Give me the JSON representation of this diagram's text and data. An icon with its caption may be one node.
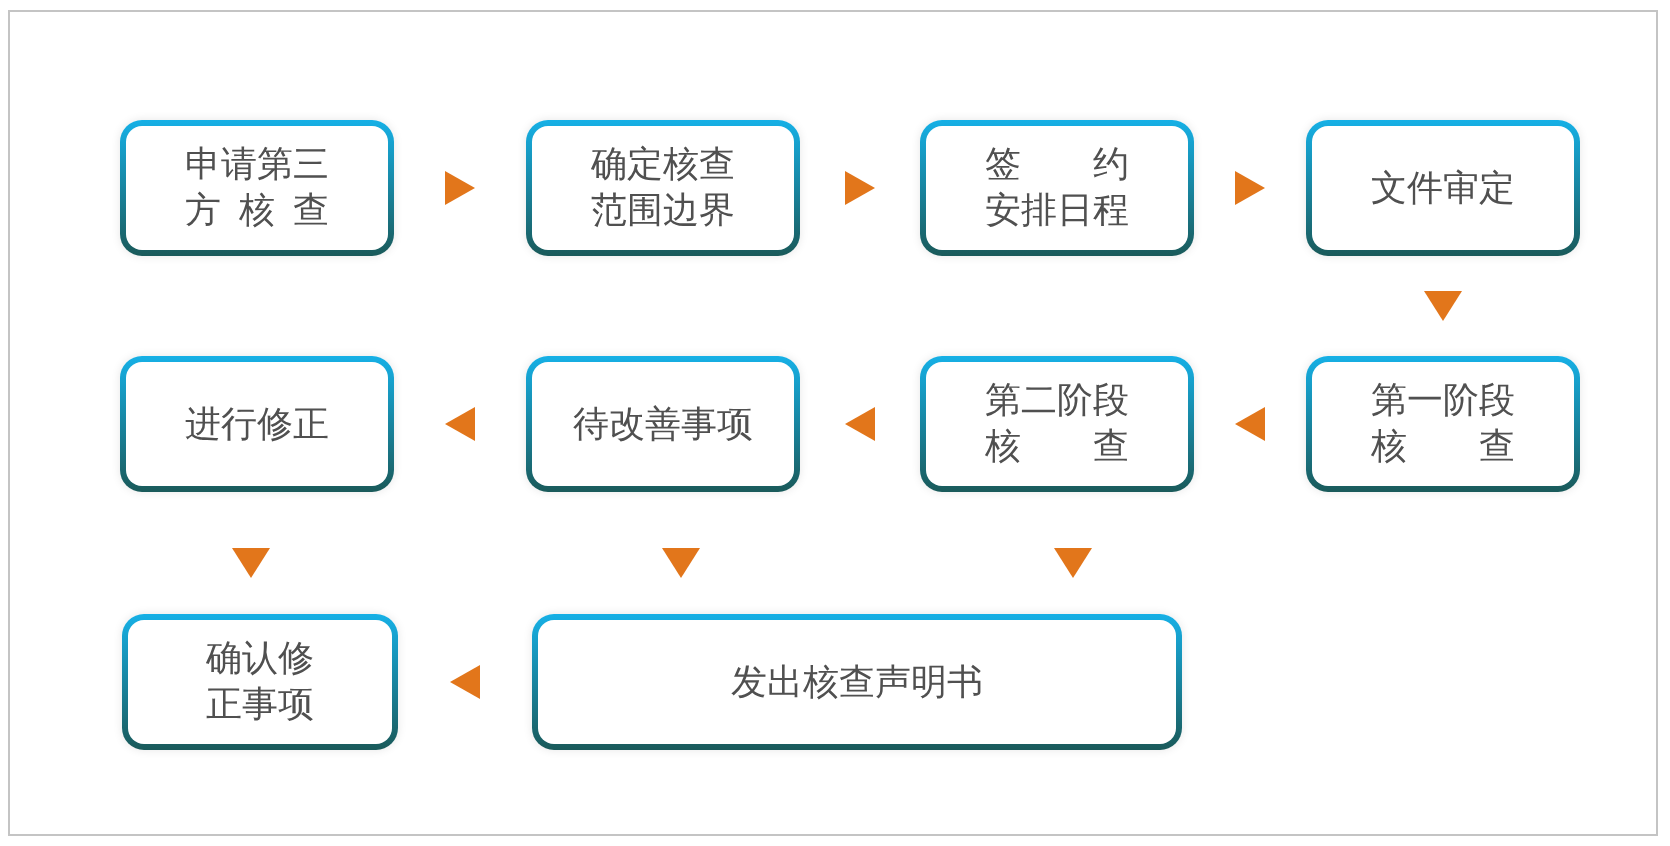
{
  "diagram": {
    "nodes": [
      {
        "text": [
          "申请第三方 核 查"
        ]
      },
      {
        "text": [
          "确定核查范围边界"
        ]
      },
      {
        "text": [
          "签 约安排日程"
        ]
      },
      {
        "text": [
          "文件审定"
        ]
      },
      {
        "text": [
          "进行修正"
        ]
      },
      {
        "text": [
          "待改善事项"
        ]
      },
      {
        "text": [
          "第二阶段核 查"
        ]
      },
      {
        "text": [
          "第一阶段核 查"
        ]
      },
      {
        "text": [
          "确认修正事项"
        ]
      },
      {
        "text": [
          "发出核查声明书"
        ]
      }
    ],
    "edges": [
      {
        "from": 0,
        "to": 1,
        "arrow": "to"
      },
      {
        "from": 1,
        "to": 2,
        "arrow": "to"
      },
      {
        "from": 2,
        "to": 3,
        "arrow": "to"
      },
      {
        "from": 3,
        "to": 7,
        "arrow": "to"
      },
      {
        "from": 7,
        "to": 6,
        "arrow": "to"
      },
      {
        "from": 6,
        "to": 5,
        "arrow": "to"
      },
      {
        "from": 5,
        "to": 4,
        "arrow": "to"
      },
      {
        "from": 4,
        "to": 8,
        "arrow": "to"
      },
      {
        "from": 5,
        "to": 9,
        "arrow": "to"
      },
      {
        "from": 6,
        "to": 9,
        "arrow": "to"
      },
      {
        "from": 9,
        "to": 8,
        "arrow": "to"
      }
    ]
  }
}
